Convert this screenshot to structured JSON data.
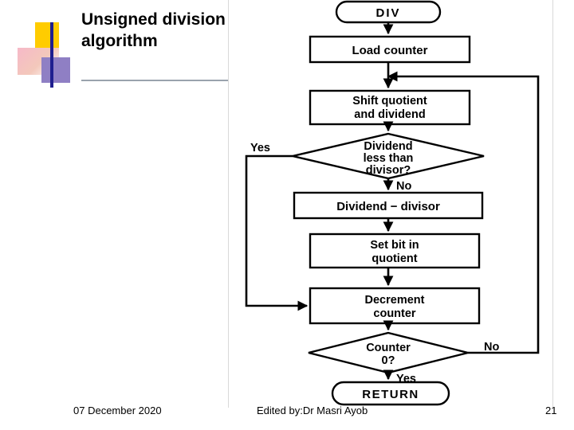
{
  "slide": {
    "title": "Unsigned division algorithm",
    "footer": {
      "date": "07 December 2020",
      "center": "Edited by:Dr Masri Ayob",
      "page_number": "21"
    }
  },
  "flowchart": {
    "type": "flowchart",
    "nodes": [
      {
        "id": "start",
        "shape": "terminator",
        "text": "DIV"
      },
      {
        "id": "load",
        "shape": "process",
        "text": "Load counter"
      },
      {
        "id": "shift",
        "shape": "process",
        "text": "Shift quotient and dividend"
      },
      {
        "id": "compare",
        "shape": "decision",
        "text": "Dividend less than divisor?"
      },
      {
        "id": "subtract",
        "shape": "process",
        "text": "Dividend − divisor"
      },
      {
        "id": "setbit",
        "shape": "process",
        "text": "Set bit in quotient"
      },
      {
        "id": "decrement",
        "shape": "process",
        "text": "Decrement counter"
      },
      {
        "id": "counter0",
        "shape": "decision",
        "text": "Counter 0?"
      },
      {
        "id": "return",
        "shape": "terminator",
        "text": "RETURN"
      }
    ],
    "edges": [
      {
        "from": "start",
        "to": "load",
        "label": ""
      },
      {
        "from": "load",
        "to": "shift",
        "label": ""
      },
      {
        "from": "shift",
        "to": "compare",
        "label": ""
      },
      {
        "from": "compare",
        "to": "decrement",
        "label": "Yes"
      },
      {
        "from": "compare",
        "to": "subtract",
        "label": "No"
      },
      {
        "from": "subtract",
        "to": "setbit",
        "label": ""
      },
      {
        "from": "setbit",
        "to": "decrement",
        "label": ""
      },
      {
        "from": "decrement",
        "to": "counter0",
        "label": ""
      },
      {
        "from": "counter0",
        "to": "shift",
        "label": "No"
      },
      {
        "from": "counter0",
        "to": "return",
        "label": "Yes"
      }
    ],
    "labels": {
      "yes_branch": "Yes",
      "no_branch": "No",
      "counter_no": "No",
      "counter_yes": "Yes"
    },
    "colors": {
      "stroke": "#000000",
      "fill": "#ffffff",
      "text": "#000000"
    }
  }
}
